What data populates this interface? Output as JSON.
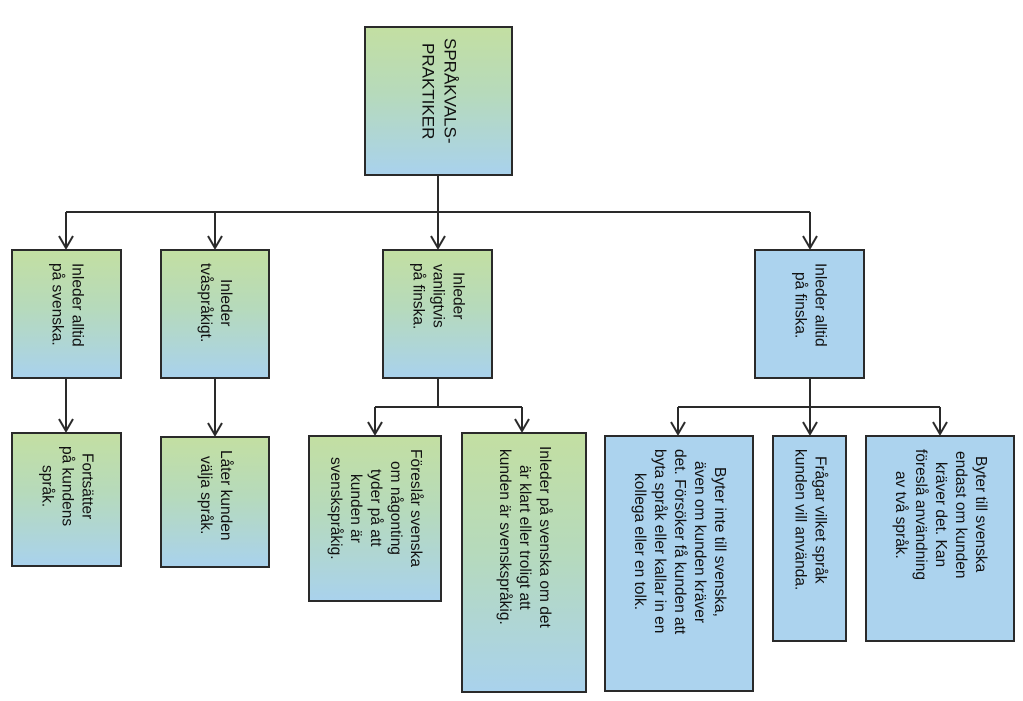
{
  "root": {
    "label": "SPRÅKVALS-\nPRAKTIKER"
  },
  "level1": [
    {
      "label": "Inleder alltid\npå svenska.",
      "fill": "gradient"
    },
    {
      "label": "Inleder\ntvåspråkigt.",
      "fill": "gradient"
    },
    {
      "label": "Inleder\nvanligtvis\npå finska.",
      "fill": "gradient"
    },
    {
      "label": "Inleder alltid\npå finska.",
      "fill": "blue"
    }
  ],
  "level2": [
    {
      "label": "Fortsätter\npå kundens\nspråk.",
      "fill": "gradient"
    },
    {
      "label": "Låter kunden\nvälja språk.",
      "fill": "gradient"
    },
    {
      "label": "Föreslår svenska\nom någonting\ntyder på att\nkunden är\nsvenskspråkig.",
      "fill": "gradient"
    },
    {
      "label": "Inleder på svenska om det\när klart eller troligt att\nkunden är svenskspråkig.",
      "fill": "gradient"
    },
    {
      "label": "Byter inte till svenska,\näven om kunden kräver\ndet. Försöker få kunden att\nbyta språk eller kallar in en\nkollega eller en tolk.",
      "fill": "blue"
    },
    {
      "label": "Frågar vilket språk\nkunden vill använda.",
      "fill": "blue"
    },
    {
      "label": "Byter till svenska\nendast om kunden\nkräver det. Kan\nföreslå användning\nav två språk.",
      "fill": "blue"
    }
  ],
  "colors": {
    "green": "#c3dfa2",
    "blue": "#acd3ee",
    "line": "#2a2a2a"
  }
}
